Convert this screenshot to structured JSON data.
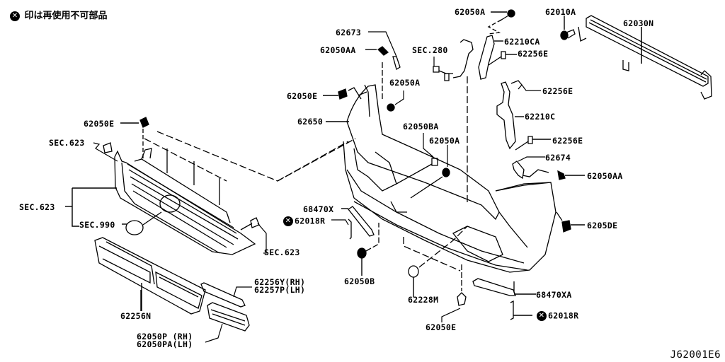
{
  "legend": {
    "mark_icon": "x-circle-icon",
    "mark_glyph": "✕",
    "text": "印は再使用不可部品"
  },
  "diagram_code": "J62001E6",
  "labels": {
    "p62050A_top": "62050A",
    "p62010A": "62010A",
    "p62030N": "62030N",
    "p62673": "62673",
    "p62050AA_top": "62050AA",
    "sec280": "SEC.280",
    "p62210CA": "62210CA",
    "p62256E_1": "62256E",
    "p62050E_mid": "62050E",
    "p62050A_mid": "62050A",
    "p62256E_2": "62256E",
    "p62650": "62650",
    "p62210C": "62210C",
    "p62050E_left": "62050E",
    "p62050BA": "62050BA",
    "p62256E_3": "62256E",
    "sec623_a": "SEC.623",
    "p62050A_low": "62050A",
    "p62674": "62674",
    "p62050AA_right": "62050AA",
    "sec623_b": "SEC.623",
    "p68470X": "68470X",
    "p62018R_left": "62018R",
    "sec990": "SEC.990",
    "p62050DE": "6205DE",
    "sec623_c": "SEC.623",
    "p62050B": "62050B",
    "p62256Y": "62256Y(RH)",
    "p62257P": "62257P(LH)",
    "p62228M": "62228M",
    "p68470XA": "68470XA",
    "p62256N": "62256N",
    "p62050E_bottom": "62050E",
    "p62018R_right": "62018R",
    "p62050P": "62050P (RH)",
    "p62050PA": "62050PA(LH)"
  },
  "non_reusable_marked": [
    "62018R",
    "62018R"
  ]
}
